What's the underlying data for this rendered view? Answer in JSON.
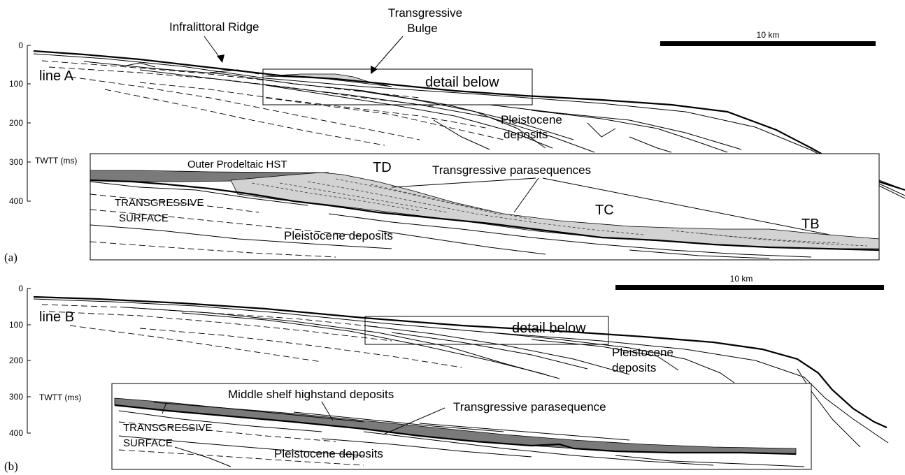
{
  "panel_a": {
    "tag": "(a)",
    "line_label": "line A",
    "axis": {
      "ticks": [
        "0",
        "100",
        "200",
        "300",
        "400"
      ],
      "label": "TWTT (ms)"
    },
    "scale_bar": "10 km",
    "callouts": {
      "infralittoral": "Infralittoral Ridge",
      "bulge_1": "Transgressive",
      "bulge_2": "Bulge",
      "detail": "detail below"
    },
    "pleistocene_1": "Pleistocene",
    "pleistocene_2": "deposits",
    "detail_panel": {
      "outer_hst": "Outer Prodeltaic HST",
      "td": "TD",
      "tc": "TC",
      "tb": "TB",
      "parasequences": "Transgressive parasequences",
      "surface_1": "TRANSGRESSIVE",
      "surface_2": "SURFACE",
      "pleistocene": "Pleistocene deposits"
    }
  },
  "panel_b": {
    "tag": "(b)",
    "line_label": "line B",
    "axis": {
      "ticks": [
        "0",
        "100",
        "200",
        "300",
        "400"
      ],
      "label": "TWTT (ms)"
    },
    "scale_bar": "10 km",
    "callouts": {
      "detail": "detail below"
    },
    "pleistocene_1": "Pleistocene",
    "pleistocene_2": "deposits",
    "detail_panel": {
      "middle_shelf": "Middle shelf highstand deposits",
      "parasequence": "Transgressive parasequence",
      "surface_1": "TRANSGRESSIVE",
      "surface_2": "SURFACE",
      "pleistocene": "Pleistocene deposits"
    }
  }
}
